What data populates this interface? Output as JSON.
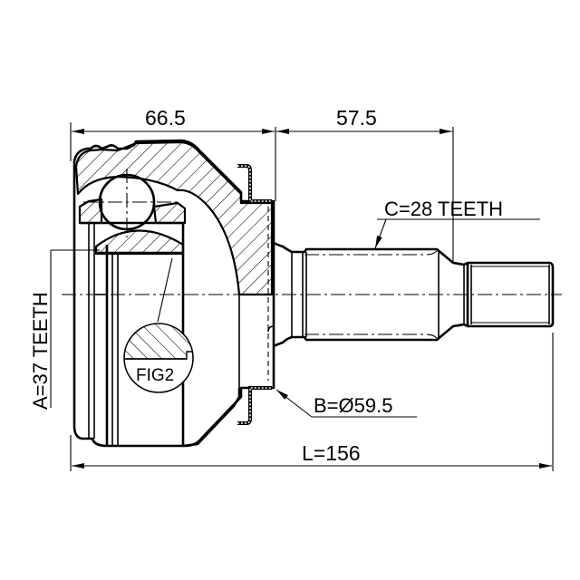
{
  "drawing": {
    "title": "Outer CV joint dimensional drawing",
    "colors": {
      "line": "#000000",
      "background": "#ffffff"
    },
    "dimensions": {
      "outer_bell_length": {
        "label": "66.5",
        "value": 66.5
      },
      "stub_shaft_length": {
        "label": "57.5",
        "value": 57.5
      },
      "overall_length": {
        "label": "L=156",
        "value": 156
      }
    },
    "annotations": {
      "outer_splines": {
        "label": "A=37 TEETH",
        "teeth": 37
      },
      "stub_splines": {
        "label": "C=28 TEETH",
        "teeth": 28
      },
      "seal_diameter": {
        "label": "B=Ø59.5",
        "value": 59.5
      },
      "detail_figure": {
        "label": "FIG2"
      }
    }
  }
}
